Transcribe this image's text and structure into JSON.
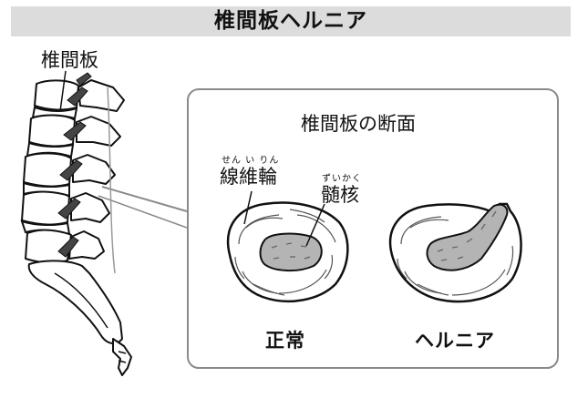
{
  "title": "椎間板ヘルニア",
  "spine": {
    "label": "椎間板"
  },
  "detail": {
    "title": "椎間板の断面",
    "annulus": {
      "ruby": "せん い りん",
      "label": "線維輪"
    },
    "nucleus": {
      "ruby": "ずいかく",
      "label": "髄核"
    },
    "normal_label": "正常",
    "hernia_label": "ヘルニア"
  },
  "colors": {
    "title_bar": "#dcdcdc",
    "panel_border": "#8a8a8a",
    "nucleus_fill": "#b4b4b4",
    "line": "#111111"
  }
}
